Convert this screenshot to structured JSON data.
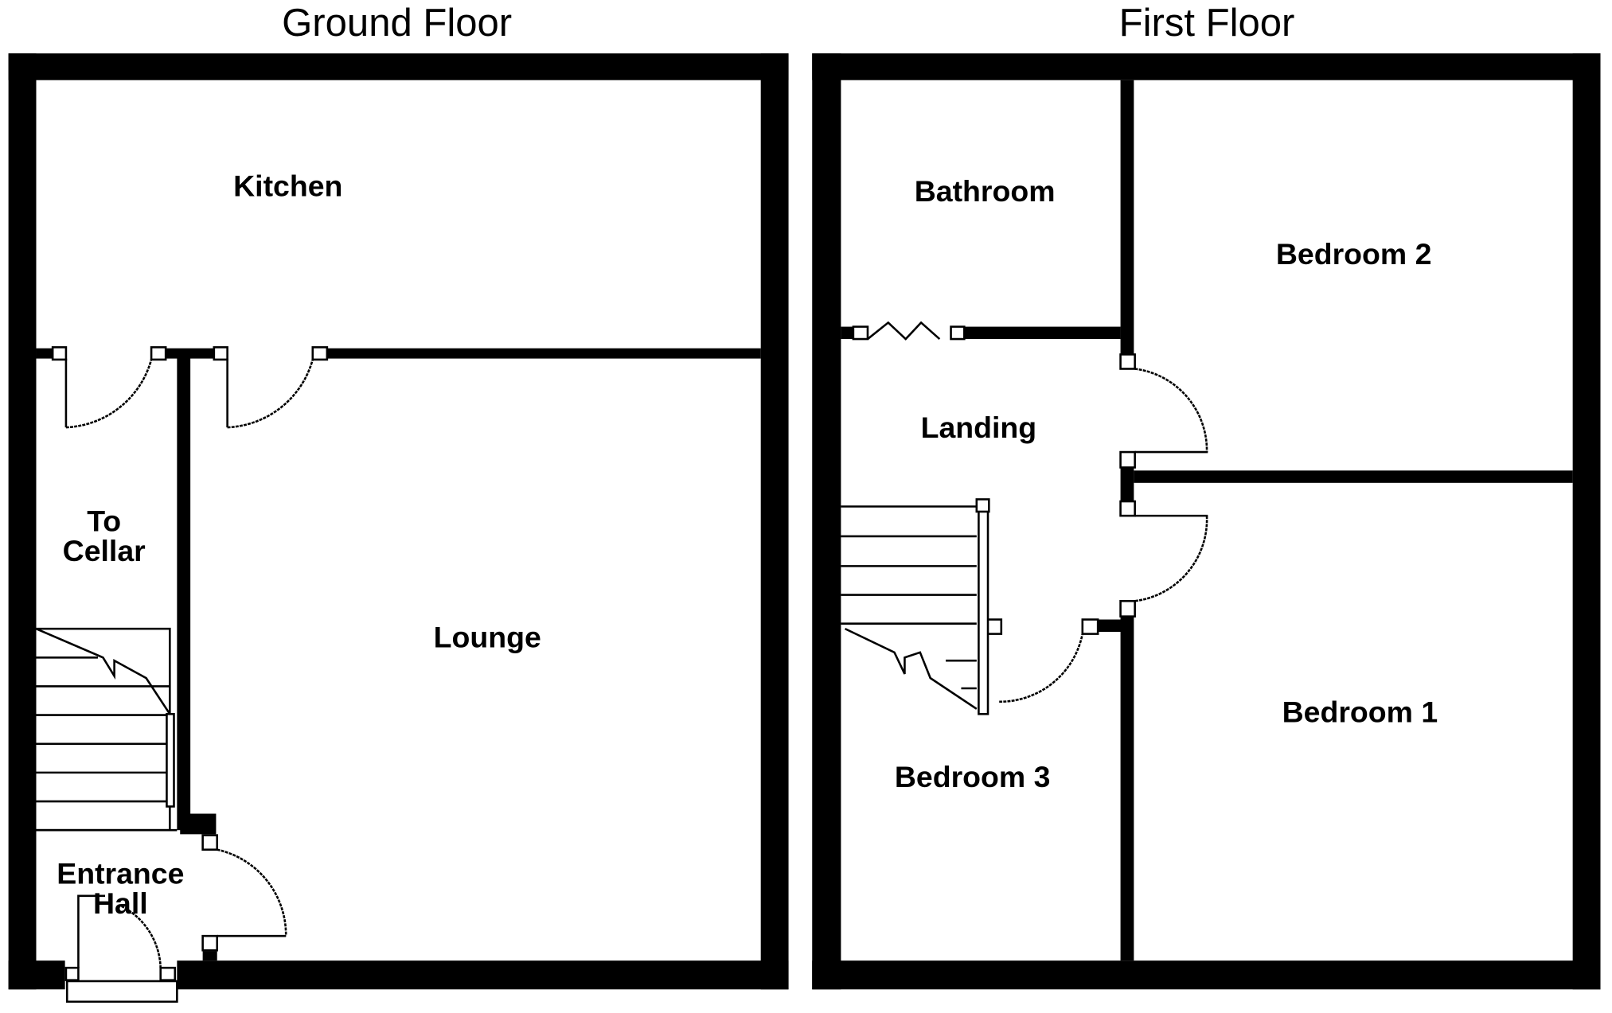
{
  "floors": [
    {
      "title": "Ground Floor",
      "rooms": [
        {
          "label": "Kitchen"
        },
        {
          "label": "Lounge"
        },
        {
          "label_lines": [
            "To",
            "Cellar"
          ]
        },
        {
          "label_lines": [
            "Entrance",
            "Hall"
          ]
        }
      ]
    },
    {
      "title": "First Floor",
      "rooms": [
        {
          "label": "Bathroom"
        },
        {
          "label": "Bedroom 2"
        },
        {
          "label": "Landing"
        },
        {
          "label": "Bedroom 1"
        },
        {
          "label": "Bedroom 3"
        }
      ]
    }
  ],
  "colors": {
    "wall": "#000000",
    "background": "#ffffff"
  }
}
